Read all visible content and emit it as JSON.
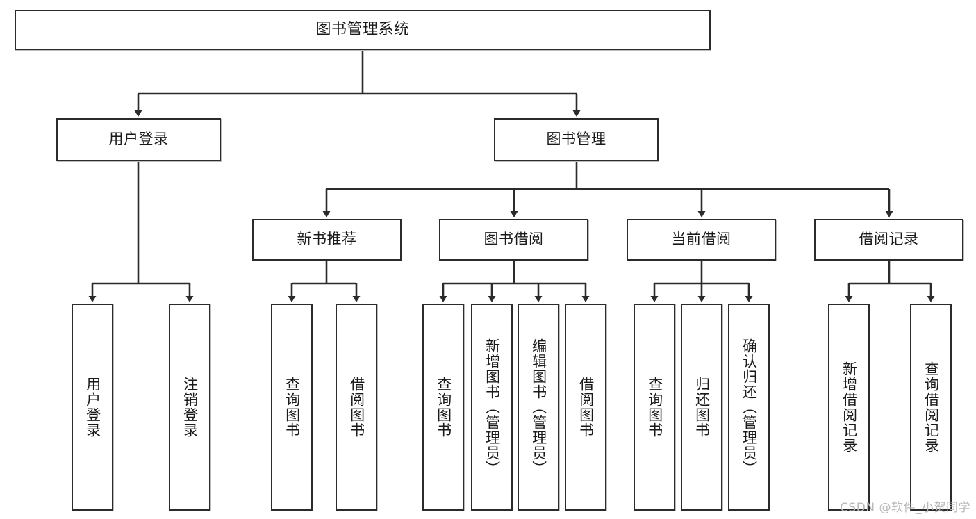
{
  "diagram": {
    "title": "图书管理系统",
    "type": "tree",
    "watermark": "CSDN @软件_小贺同学",
    "colors": {
      "box_border": "#2b2b2b",
      "box_fill": "#ffffff",
      "connector": "#2b2b2b",
      "text": "#1a1a1a",
      "watermark": "#b9b9b9"
    },
    "root": {
      "label": "图书管理系统"
    },
    "level2": [
      {
        "label": "用户登录"
      },
      {
        "label": "图书管理"
      }
    ],
    "level3": [
      {
        "label": "新书推荐"
      },
      {
        "label": "图书借阅"
      },
      {
        "label": "当前借阅"
      },
      {
        "label": "借阅记录"
      }
    ],
    "leaves": {
      "user_login": [
        {
          "label": "用户登录"
        },
        {
          "label": "注销登录"
        }
      ],
      "new_book_recommend": [
        {
          "label": "查询图书"
        },
        {
          "label": "借阅图书"
        }
      ],
      "book_borrow": [
        {
          "label": "查询图书"
        },
        {
          "label": "新增图书（管理员）"
        },
        {
          "label": "编辑图书（管理员）"
        },
        {
          "label": "借阅图书"
        }
      ],
      "current_borrow": [
        {
          "label": "查询图书"
        },
        {
          "label": "归还图书"
        },
        {
          "label": "确认归还（管理员）"
        }
      ],
      "borrow_record": [
        {
          "label": "新增借阅记录"
        },
        {
          "label": "查询借阅记录"
        }
      ]
    }
  }
}
